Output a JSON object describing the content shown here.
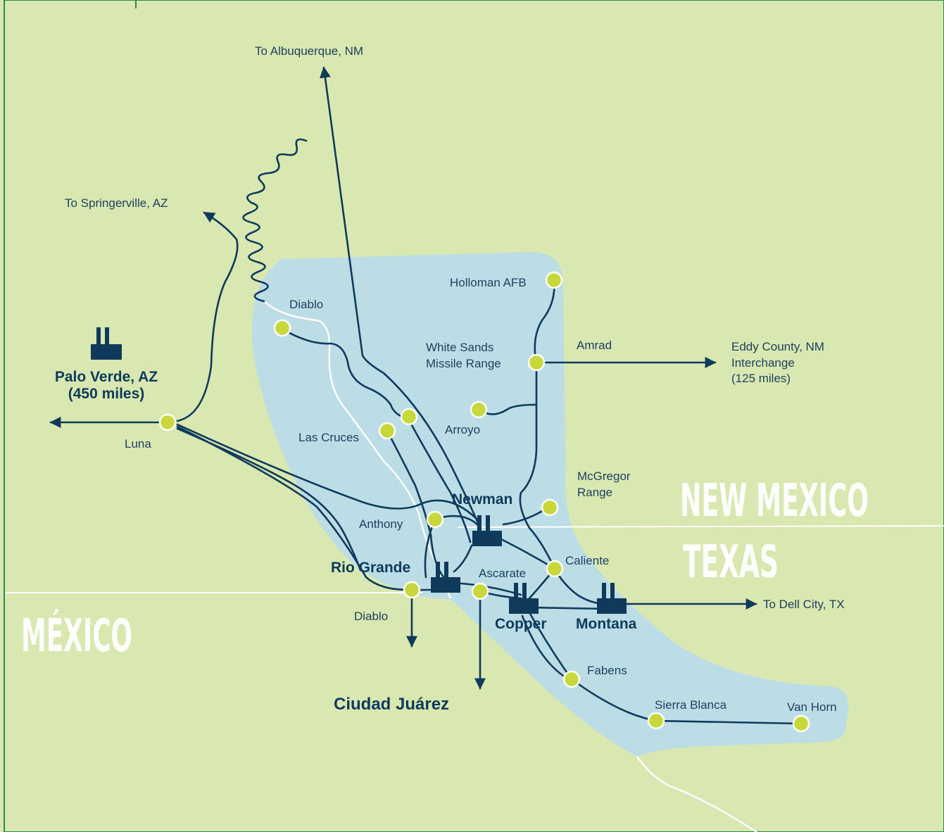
{
  "colors": {
    "background": "#d9e7b1",
    "service_area": "#bcdde6",
    "line": "#0f3a5c",
    "substation": "#c7d83a",
    "region_text": "#ffffff"
  },
  "regions": {
    "new_mexico": "NEW MEXICO",
    "texas": "TEXAS",
    "mexico": "MÉXICO"
  },
  "destinations": {
    "albuquerque": "To Albuquerque, NM",
    "springerville": "To Springerville, AZ",
    "dell_city": "To Dell City, TX",
    "eddy_county": [
      "Eddy County, NM",
      "Interchange",
      "(125 miles)"
    ]
  },
  "plants": {
    "palo_verde": [
      "Palo Verde, AZ",
      "(450 miles)"
    ],
    "newman": "Newman",
    "rio_grande": "Rio Grande",
    "copper": "Copper",
    "montana": "Montana"
  },
  "substations": {
    "holloman": "Holloman AFB",
    "white_sands": [
      "White Sands",
      "Missile Range"
    ],
    "amrad": "Amrad",
    "diablo_north": "Diablo",
    "arroyo": "Arroyo",
    "las_cruces": "Las Cruces",
    "luna": "Luna",
    "mcgregor": [
      "McGregor",
      "Range"
    ],
    "anthony": "Anthony",
    "caliente": "Caliente",
    "ascarate": "Ascarate",
    "diablo_south": "Diablo",
    "fabens": "Fabens",
    "sierra_blanca": "Sierra Blanca",
    "van_horn": "Van Horn"
  },
  "cities": {
    "ciudad_juarez": "Ciudad Juárez"
  }
}
